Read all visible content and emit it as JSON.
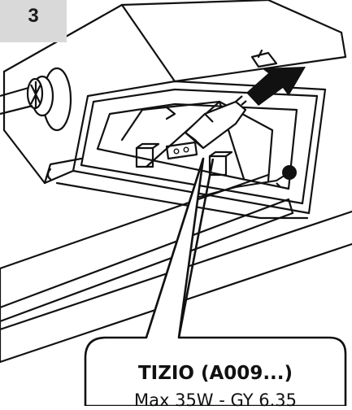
{
  "step": {
    "number": "3",
    "box_color": "#d9d9d9"
  },
  "callout": {
    "title": "TIZIO (A009...)",
    "subtitle": "Max 35W - GY 6.35"
  },
  "icons": {
    "arrow": "insert-direction-arrow-icon",
    "bulb": "halogen-bulb-icon",
    "knob": "adjustment-knob-icon",
    "indicator": "cable-grommet-icon"
  }
}
